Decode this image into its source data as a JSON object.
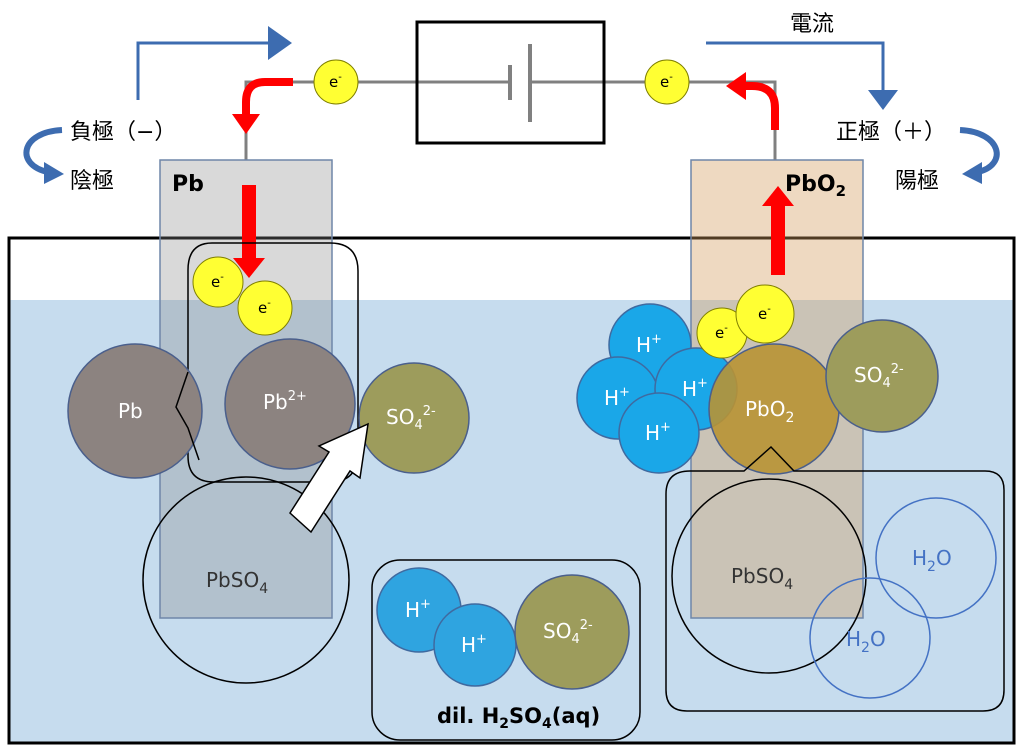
{
  "labels": {
    "current": "電流",
    "negative_pole": "負極（−）",
    "cathode": "陰極",
    "positive_pole": "正極（＋）",
    "anode": "陽極"
  },
  "electrodes": {
    "left": "Pb",
    "right_base": "PbO",
    "right_sub": "2"
  },
  "electron": {
    "base": "e",
    "sup": "-"
  },
  "left_ions": {
    "pb": "Pb",
    "pb2_base": "Pb",
    "pb2_sup": "2+",
    "so4_base": "SO",
    "so4_sub": "4",
    "so4_sup": "2-",
    "pbso4_base": "PbSO",
    "pbso4_sub": "4"
  },
  "right_ions": {
    "h_base": "H",
    "h_sup": "+",
    "pbo2_base": "PbO",
    "pbo2_sub": "2",
    "so4_base": "SO",
    "so4_sub": "4",
    "so4_sup": "2-",
    "pbso4_base": "PbSO",
    "pbso4_sub": "4",
    "h2o_h": "H",
    "h2o_sub": "2",
    "h2o_o": "O"
  },
  "electrolyte": {
    "h_base": "H",
    "h_sup": "+",
    "so4_base": "SO",
    "so4_sub": "4",
    "so4_sup": "2-",
    "label_pre": "dil. H",
    "label_sub1": "2",
    "label_mid": "SO",
    "label_sub2": "4",
    "label_post": "(aq)"
  }
}
